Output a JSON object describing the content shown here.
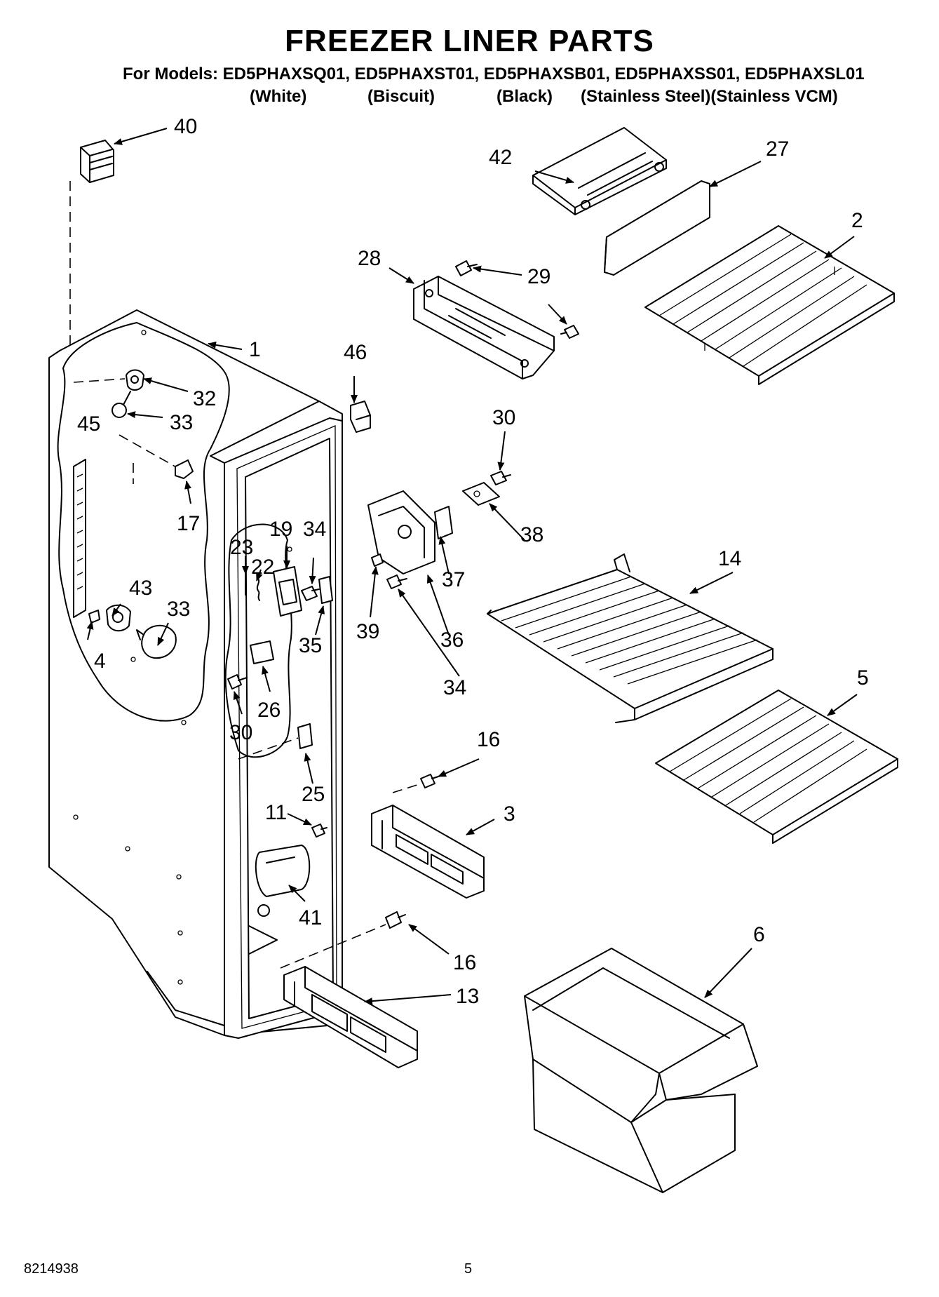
{
  "header": {
    "title": "FREEZER LINER PARTS",
    "models": "For Models: ED5PHAXSQ01, ED5PHAXST01, ED5PHAXSB01, ED5PHAXSS01, ED5PHAXSL01",
    "colors": [
      "(White)",
      "(Biscuit)",
      "(Black)",
      "(Stainless Steel)(Stainless VCM)"
    ]
  },
  "callouts": {
    "c1": "1",
    "c2": "2",
    "c3": "3",
    "c4": "4",
    "c5": "5",
    "c6": "6",
    "c11": "11",
    "c13": "13",
    "c14": "14",
    "c16a": "16",
    "c16b": "16",
    "c17": "17",
    "c19": "19",
    "c22": "22",
    "c23": "23",
    "c25": "25",
    "c26": "26",
    "c27": "27",
    "c28": "28",
    "c29": "29",
    "c30a": "30",
    "c30b": "30",
    "c32": "32",
    "c33a": "33",
    "c33b": "33",
    "c34a": "34",
    "c34b": "34",
    "c35": "35",
    "c36": "36",
    "c37": "37",
    "c38": "38",
    "c39": "39",
    "c40": "40",
    "c41": "41",
    "c42": "42",
    "c43": "43",
    "c45": "45",
    "c46": "46"
  },
  "footer": {
    "doc_number": "8214938",
    "page_number": "5"
  }
}
